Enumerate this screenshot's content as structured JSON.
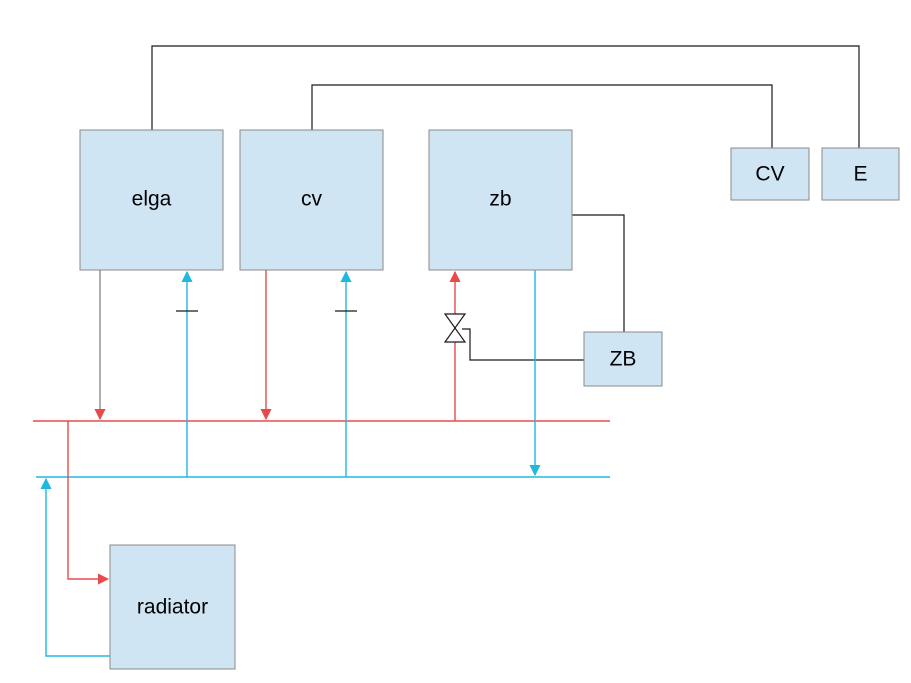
{
  "colors": {
    "supply": "#e84a4a",
    "return": "#1fb8e0",
    "return_gray": "#8c8c8c",
    "box_fill": "#cfe5f3",
    "wire": "#1a1a1a"
  },
  "units": {
    "elga": {
      "label": "elga"
    },
    "cv": {
      "label": "cv"
    },
    "zb": {
      "label": "zb"
    },
    "radiator": {
      "label": "radiator"
    }
  },
  "controls": {
    "cv_control": {
      "label": "CV"
    },
    "e_control": {
      "label": "E"
    },
    "zb_control": {
      "label": "ZB"
    }
  }
}
